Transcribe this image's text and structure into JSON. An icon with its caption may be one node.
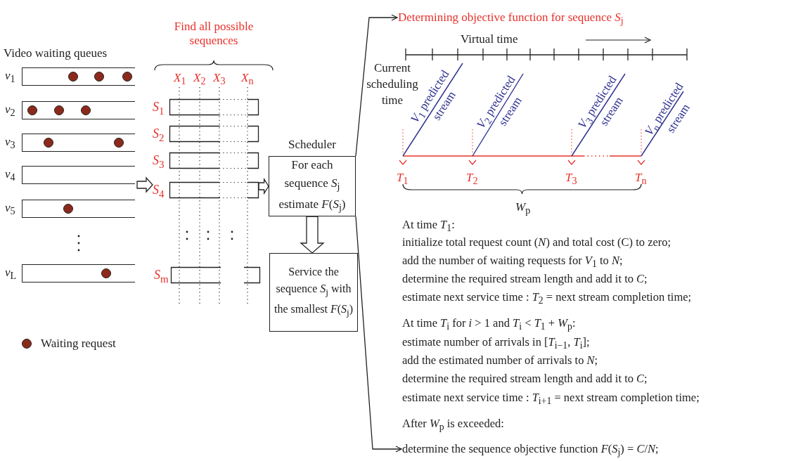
{
  "diagram": {
    "nodes": [
      {
        "text": [],
        "shape": "box",
        "beside": [
          "*v*$_{1}$"
        ]
      },
      {
        "text": [],
        "shape": "box",
        "beside": [
          "*v*$_{2}$"
        ]
      },
      {
        "text": [],
        "shape": "box",
        "beside": [
          "*v*$_{3}$"
        ]
      },
      {
        "text": [],
        "shape": "box",
        "beside": [
          "*v*$_{4}$"
        ]
      },
      {
        "text": [],
        "shape": "box",
        "beside": [
          "*v*$_{5}$"
        ]
      },
      {
        "text": [],
        "shape": "box",
        "beside": [
          "*v*$_{L}$"
        ]
      },
      {
        "text": [],
        "shape": "box",
        "beside": [
          "*S*$_{1}$"
        ]
      },
      {
        "text": [],
        "shape": "box",
        "beside": [
          "*S*$_{2}$"
        ]
      },
      {
        "text": [],
        "shape": "box",
        "beside": [
          "*S*$_{3}$"
        ]
      },
      {
        "text": [],
        "shape": "box",
        "beside": [
          "*S*$_{4}$"
        ]
      },
      {
        "text": [],
        "shape": "box",
        "beside": [
          "*S*$_{m}$"
        ]
      },
      {
        "text": [
          "Scheduler",
          "For each sequence *S*$_{j}$ estimate *F*(*S*$_{j}$)"
        ]
      },
      {
        "text": [
          "Service the sequence *S*$_{j}$ with the smallest *F*(*S*$_{j}$)"
        ]
      },
      {
        "text": [
          "Determining objective function for sequence *S*$_{j}$"
        ]
      },
      {
        "text": [
          "determine the sequence objective function *F*(*S*$_{j}$) = *C*/*N*;"
        ]
      }
    ],
    "edges": [
      {
        "from": 3,
        "to": 9,
        "arrow": "to"
      },
      {
        "from": 9,
        "to": 11,
        "arrow": "to"
      },
      {
        "from": 11,
        "to": 12,
        "arrow": "to"
      },
      {
        "from": 11,
        "to": 13,
        "arrow": "to"
      },
      {
        "from": 11,
        "to": 14,
        "arrow": "to"
      }
    ],
    "labels": [
      "Video waiting queues",
      "Find all possible sequences",
      "*X*$_{1}$",
      "*X*$_{2}$",
      "*X*$_{3}$",
      "*X*$_{n}$",
      "Virtual time",
      "Current scheduling time",
      "*V*$_{1}$ predicted stream",
      "*V*$_{2}$ predicted stream",
      "*V*$_{3}$ predicted stream",
      "*V*$_{n}$ predicted stream",
      "*T*$_{1}$",
      "*T*$_{2}$",
      "*T*$_{3}$",
      "*T*$_{n}$",
      "*W*$_{p}$",
      "At time *T*$_{1}$:",
      "initialize total request count (*N*) and total cost (C) to zero;",
      "add the number of waiting requests for *V*$_{1}$ to *N*;",
      "determine the required stream length and add it to *C*;",
      "estimate next service time : *T*$_{2}$ = next stream completion time;",
      "At time *T*$_{i}$ for *i* > 1 and *T*$_{i}$ < *T*$_{1}$ + *W*$_{p}$:",
      "estimate number of arrivals in [*T*$_{i−1}$, *T*$_{i}$];",
      "add the estimated number of arrivals to *N*;",
      "determine the required stream length and add it to *C*;",
      "estimate next service time : *T*$_{i+1}$ = next stream completion time;",
      "After *W*$_{p}$ is exceeded:"
    ],
    "legend": [
      {
        "text": "Waiting request",
        "color": "#8b2a1c"
      }
    ]
  }
}
